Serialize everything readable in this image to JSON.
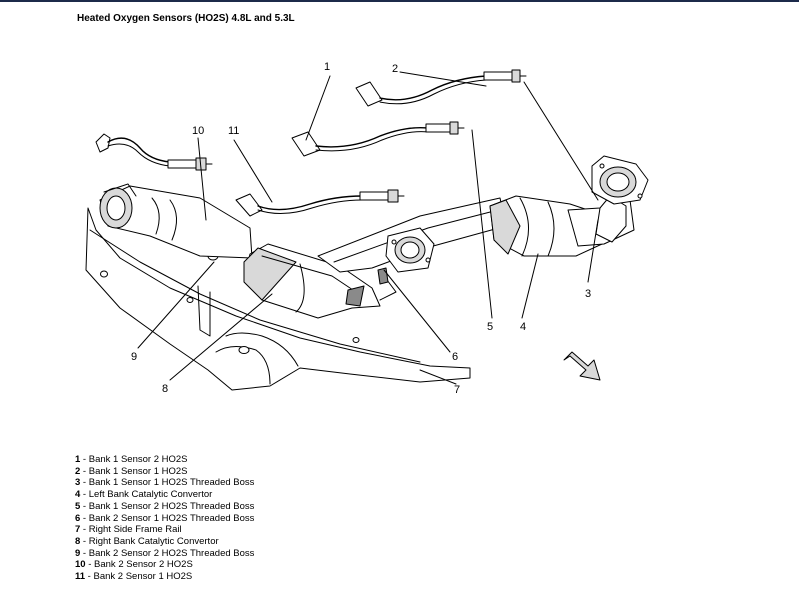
{
  "title": "Heated Oxygen Sensors (HO2S) 4.8L and 5.3L",
  "callouts": [
    "1",
    "2",
    "3",
    "4",
    "5",
    "6",
    "7",
    "8",
    "9",
    "10",
    "11"
  ],
  "legend": [
    {
      "num": "1",
      "text": "Bank 1 Sensor 2 HO2S"
    },
    {
      "num": "2",
      "text": "Bank 1 Sensor 1 HO2S"
    },
    {
      "num": "3",
      "text": "Bank 1 Sensor 1 HO2S Threaded Boss"
    },
    {
      "num": "4",
      "text": "Left Bank Catalytic Convertor"
    },
    {
      "num": "5",
      "text": "Bank 1 Sensor 2 HO2S Threaded Boss"
    },
    {
      "num": "6",
      "text": "Bank 2 Sensor 1 HO2S Threaded Boss"
    },
    {
      "num": "7",
      "text": "Right Side Frame Rail"
    },
    {
      "num": "8",
      "text": "Right Bank Catalytic Convertor"
    },
    {
      "num": "9",
      "text": "Bank 2 Sensor 2 HO2S Threaded Boss"
    },
    {
      "num": "10",
      "text": "Bank 2 Sensor 2 HO2S"
    },
    {
      "num": "11",
      "text": "Bank 2 Sensor 1 HO2S"
    }
  ]
}
